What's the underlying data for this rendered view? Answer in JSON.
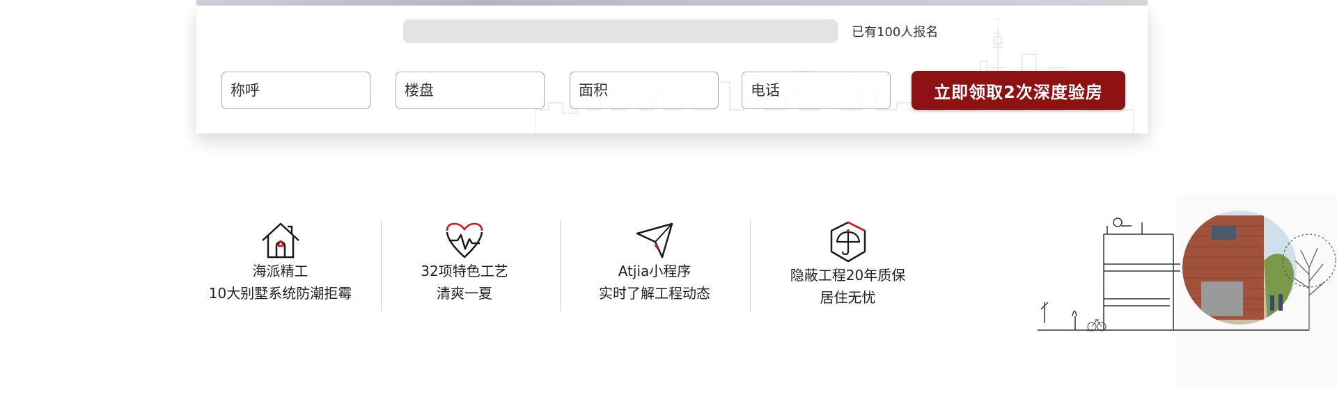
{
  "signup": {
    "progress_percent": 0,
    "count_text": "已有100人报名",
    "fields": {
      "name_placeholder": "称呼",
      "property_placeholder": "楼盘",
      "area_placeholder": "面积",
      "phone_placeholder": "电话"
    },
    "submit_label": "立即领取2次深度验房"
  },
  "features": [
    {
      "icon": "house-icon",
      "line1": "海派精工",
      "line2": "10大别墅系统防潮拒霉"
    },
    {
      "icon": "heartbeat-icon",
      "line1": "32项特色工艺",
      "line2": "清爽一夏"
    },
    {
      "icon": "paper-plane-icon",
      "line1": "Atjia小程序",
      "line2": "实时了解工程动态"
    },
    {
      "icon": "umbrella-shield-icon",
      "line1": "隐蔽工程20年质保",
      "line2": "居住无忧"
    }
  ],
  "colors": {
    "primary_button": "#8e1114",
    "icon_accent": "#d7141a",
    "icon_stroke": "#1a1a1a"
  }
}
